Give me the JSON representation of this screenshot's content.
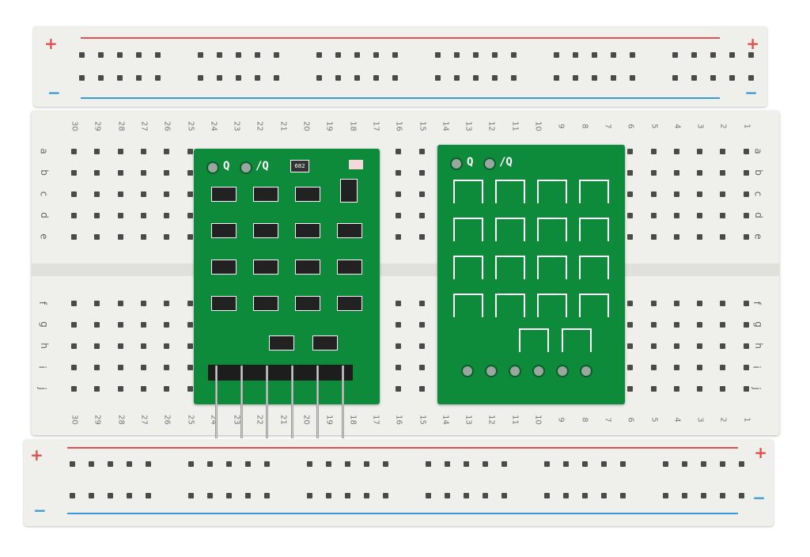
{
  "scene": {
    "description": "Solderless breadboard with two green PCB modules (one populated with SOT-23 transistors and a pin header, one unpopulated)",
    "background": "#ffffff"
  },
  "breadboard": {
    "top_rail": {
      "plus": "+",
      "minus": "−"
    },
    "bottom_rail": {
      "plus": "+",
      "minus": "−"
    },
    "columns_top": [
      "30",
      "29",
      "28",
      "27",
      "26",
      "25",
      "24",
      "23",
      "22",
      "21",
      "20",
      "19",
      "18",
      "17",
      "16",
      "15",
      "14",
      "13",
      "12",
      "11",
      "10",
      "9",
      "8",
      "7",
      "6",
      "5",
      "4",
      "3",
      "2",
      "1"
    ],
    "columns_bottom": [
      "30",
      "29",
      "28",
      "27",
      "26",
      "25",
      "24",
      "23",
      "22",
      "21",
      "20",
      "19",
      "18",
      "17",
      "16",
      "15",
      "14",
      "13",
      "12",
      "11",
      "10",
      "9",
      "8",
      "7",
      "6",
      "5",
      "4",
      "3",
      "2",
      "1"
    ],
    "rows_left_top": [
      "a",
      "b",
      "c",
      "d",
      "e"
    ],
    "rows_left_bottom": [
      "f",
      "g",
      "h",
      "i",
      "j"
    ],
    "rail_colors": {
      "red": "#e05050",
      "blue": "#3a9ad9"
    }
  },
  "pcb_left": {
    "labels": {
      "q": "Q",
      "nq": "/Q",
      "resistor": "682"
    },
    "color": "#0d8a3a",
    "populated": true
  },
  "pcb_right": {
    "labels": {
      "q": "Q",
      "nq": "/Q"
    },
    "color": "#0d8a3a",
    "populated": false
  }
}
